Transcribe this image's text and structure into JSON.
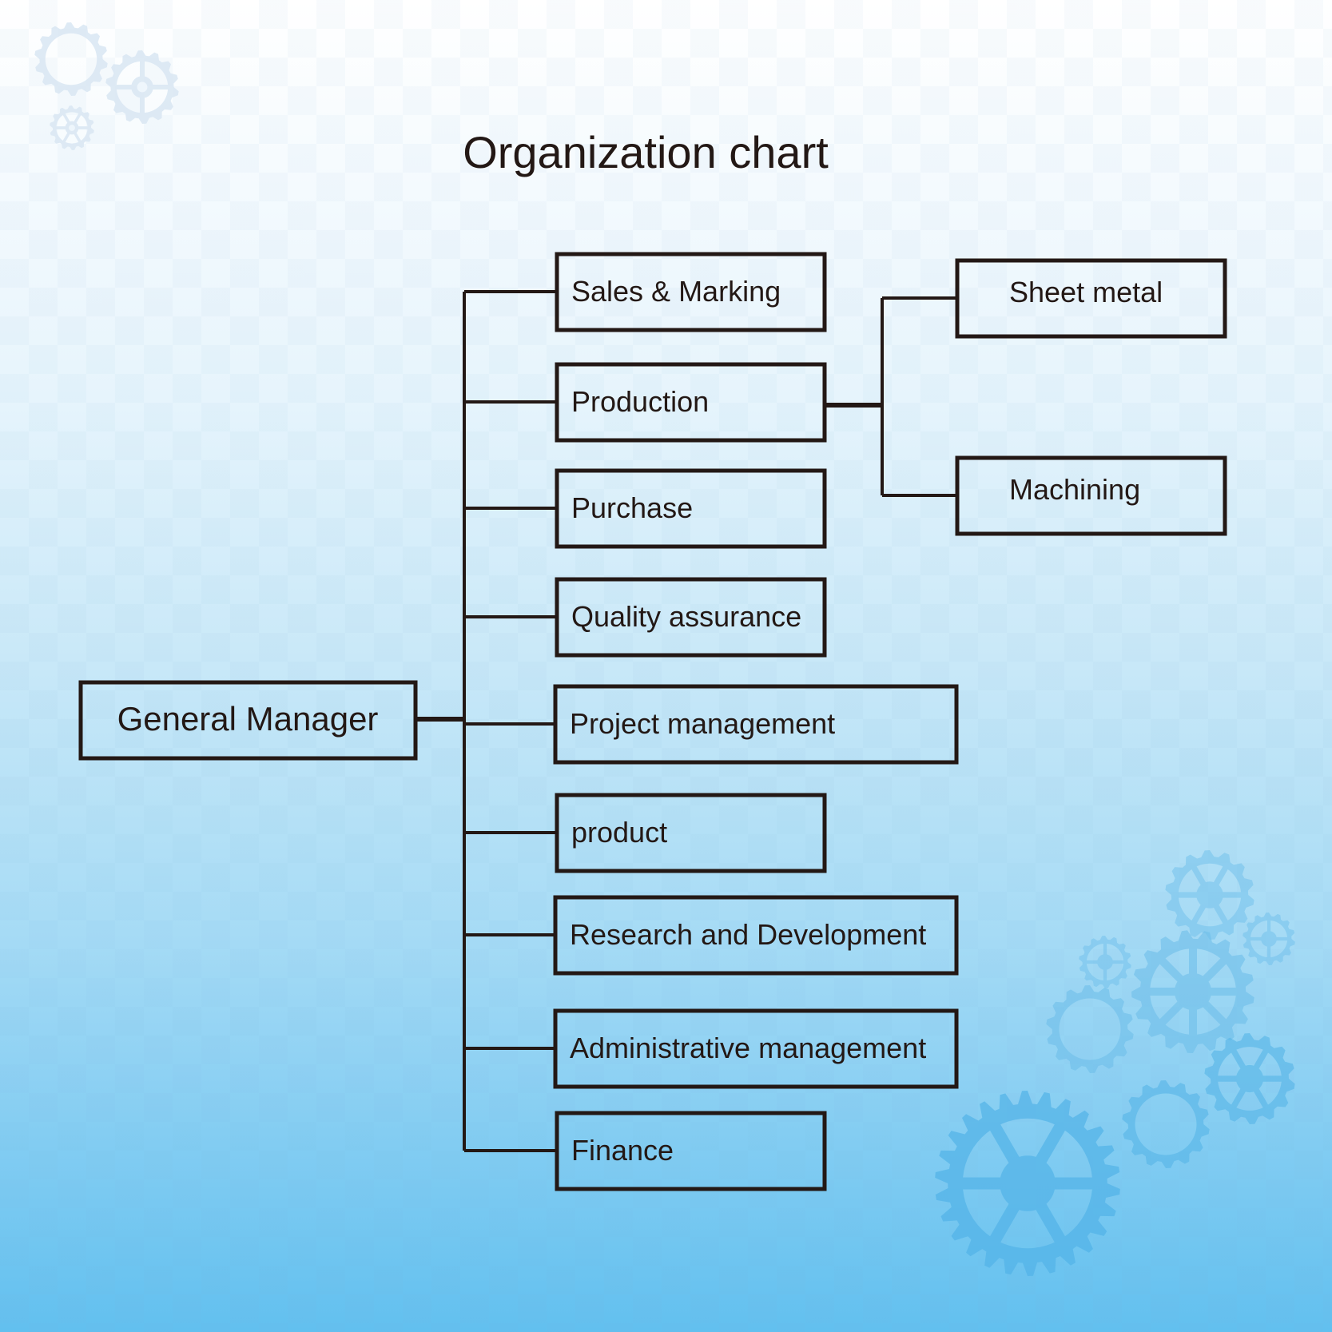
{
  "title": "Organization chart",
  "colors": {
    "stroke": "#231815",
    "text": "#231815",
    "gear_light": "#dbe8f4",
    "gear_dark": "#5bb8ea"
  },
  "root": {
    "id": "gm",
    "label": "General Manager"
  },
  "departments": [
    {
      "id": "sales",
      "label": "Sales & Marking"
    },
    {
      "id": "production",
      "label": "Production"
    },
    {
      "id": "purchase",
      "label": "Purchase"
    },
    {
      "id": "qa",
      "label": "Quality assurance"
    },
    {
      "id": "pm",
      "label": "Project management"
    },
    {
      "id": "product",
      "label": "product"
    },
    {
      "id": "rnd",
      "label": "Research and Development"
    },
    {
      "id": "admin",
      "label": "Administrative management"
    },
    {
      "id": "finance",
      "label": "Finance"
    }
  ],
  "sub_units": {
    "parent": "production",
    "items": [
      {
        "id": "sheet_metal",
        "label": "Sheet metal"
      },
      {
        "id": "machining",
        "label": "Machining"
      }
    ]
  },
  "decorations": {
    "top_left_gears": [
      "gear-icon",
      "gear-icon",
      "gear-icon"
    ],
    "bottom_right_gears": [
      "gear-icon",
      "gear-icon",
      "gear-icon",
      "gear-icon",
      "gear-icon",
      "gear-icon",
      "gear-icon",
      "gear-icon"
    ]
  }
}
